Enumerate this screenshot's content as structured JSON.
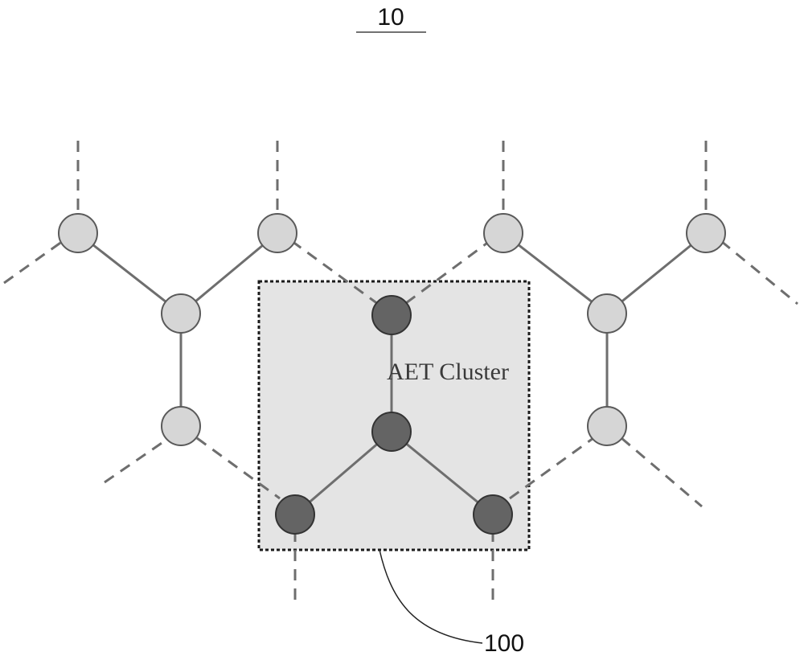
{
  "figure": {
    "reference_label": "10",
    "cluster_reference_label": "100",
    "cluster_label": "AET Cluster"
  },
  "colors": {
    "light_node": "#d6d6d6",
    "dark_node": "#646464",
    "cluster_fill": "#e4e4e4",
    "edge": "#6e6e6e"
  }
}
